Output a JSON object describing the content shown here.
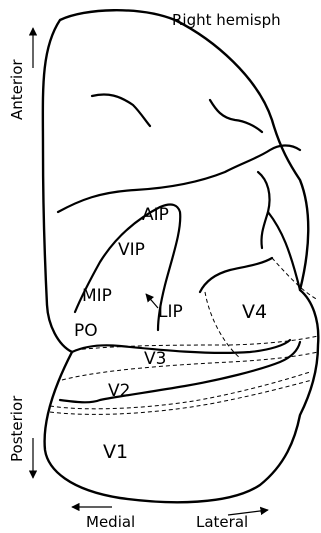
{
  "title": "Right hemisph",
  "axes": {
    "anterior": "Anterior",
    "posterior": "Posterior",
    "medial": "Medial",
    "lateral": "Lateral"
  },
  "regions": {
    "aip": "AIP",
    "vip": "VIP",
    "mip": "MIP",
    "lip": "LIP",
    "po": "PO",
    "v4": "V4",
    "v3": "V3",
    "v2": "V2",
    "v1": "V1"
  }
}
